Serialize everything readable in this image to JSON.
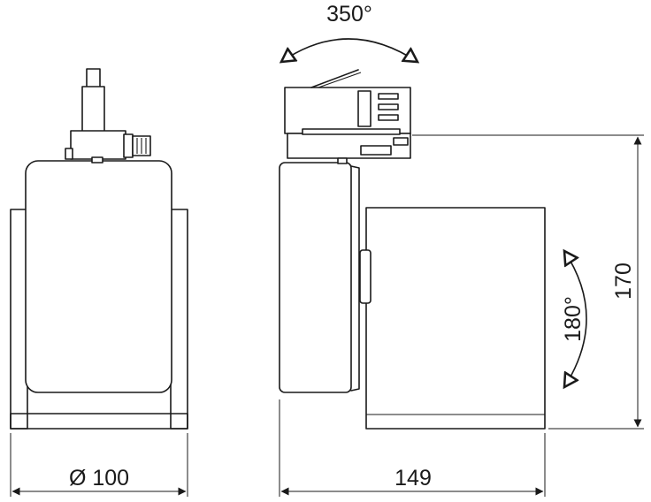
{
  "labels": {
    "pan_angle": "350°",
    "tilt_angle": "180°",
    "diameter": "Ø 100",
    "length": "149",
    "height": "170"
  }
}
